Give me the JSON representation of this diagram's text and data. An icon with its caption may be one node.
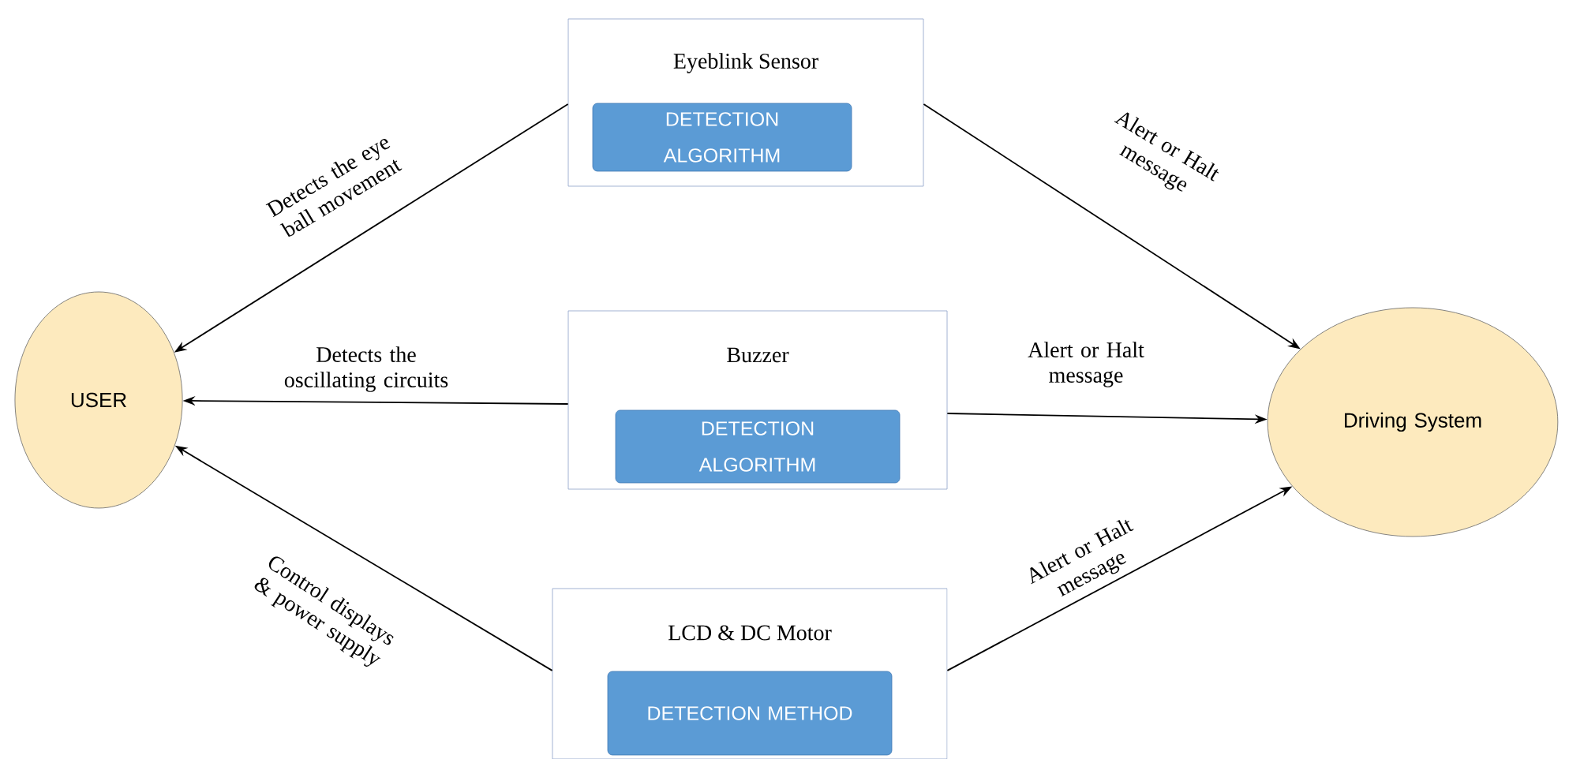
{
  "diagram": {
    "nodes": [
      {
        "text": [
          "USER"
        ]
      },
      {
        "text": [
          "Driving System"
        ]
      },
      {
        "text": [
          "Eyeblink Sensor"
        ]
      },
      {
        "text": [
          "DETECTION ALGORITHM"
        ],
        "in": 2
      },
      {
        "text": [
          "Buzzer"
        ]
      },
      {
        "text": [
          "DETECTION ALGORITHM"
        ],
        "in": 4
      },
      {
        "text": [
          "LCD & DC Motor"
        ]
      },
      {
        "text": [
          "DETECTION METHOD"
        ],
        "in": 6
      }
    ],
    "edges": [
      {
        "from": 2,
        "to": 0,
        "arrow": "to",
        "label": "Detects the eye ball movement"
      },
      {
        "from": 4,
        "to": 0,
        "arrow": "to",
        "label": "Detects the oscillating circuits"
      },
      {
        "from": 6,
        "to": 0,
        "arrow": "to",
        "label": "Control displays & power supply"
      },
      {
        "from": 2,
        "to": 1,
        "arrow": "to",
        "label": "Alert or Halt message"
      },
      {
        "from": 4,
        "to": 1,
        "arrow": "to",
        "label": "Alert or Halt message"
      },
      {
        "from": 6,
        "to": 1,
        "arrow": "to",
        "label": "Alert or Halt message"
      }
    ]
  }
}
